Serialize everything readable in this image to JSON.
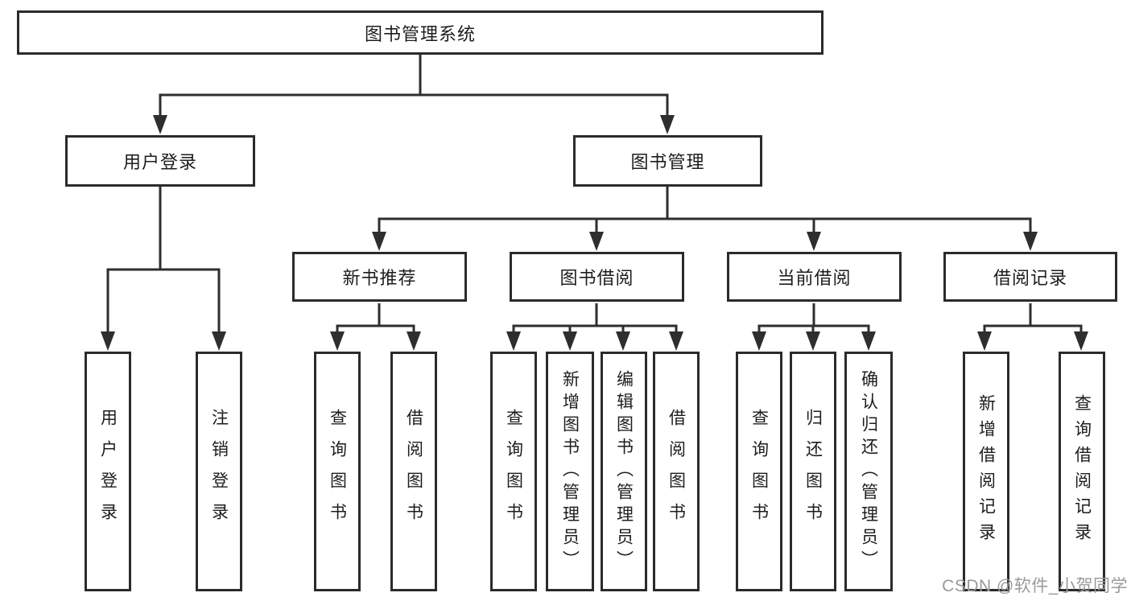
{
  "diagram": {
    "root": {
      "label": "图书管理系统"
    },
    "branches": [
      {
        "label": "用户登录",
        "children": [
          {
            "label": "用户登录"
          },
          {
            "label": "注销登录"
          }
        ]
      },
      {
        "label": "图书管理",
        "children": [
          {
            "label": "新书推荐",
            "children": [
              {
                "label": "查询图书"
              },
              {
                "label": "借阅图书"
              }
            ]
          },
          {
            "label": "图书借阅",
            "children": [
              {
                "label": "查询图书"
              },
              {
                "label": "新增图书（管理员）"
              },
              {
                "label": "编辑图书（管理员）"
              },
              {
                "label": "借阅图书"
              }
            ]
          },
          {
            "label": "当前借阅",
            "children": [
              {
                "label": "查询图书"
              },
              {
                "label": "归还图书"
              },
              {
                "label": "确认归还（管理员）"
              }
            ]
          },
          {
            "label": "借阅记录",
            "children": [
              {
                "label": "新增借阅记录"
              },
              {
                "label": "查询借阅记录"
              }
            ]
          }
        ]
      }
    ]
  },
  "watermark": {
    "text": "CSDN @软件_小贺同学"
  },
  "colors": {
    "line": "#2e2e2e",
    "box_border": "#2b2b2b",
    "text": "#1d1d1d",
    "background": "#ffffff",
    "watermark": "#9a9a9a"
  }
}
